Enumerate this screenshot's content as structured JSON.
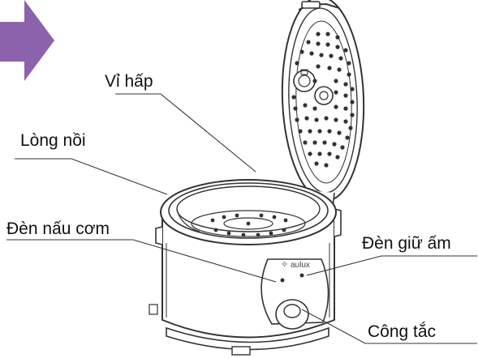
{
  "colors": {
    "arrow": "#8c62ad",
    "line": "#333333",
    "label_text": "#111111",
    "background": "#ffffff"
  },
  "icons": {
    "arrow": "right-arrow-icon",
    "brand_mark": "aulux-logo"
  },
  "brand_logo_text": "aulux",
  "labels": {
    "steamer": "Vỉ hấp",
    "inner_pot": "Lòng nồi",
    "cook_light": "Đèn nấu cơm",
    "warm_light": "Đèn giữ ấm",
    "switch": "Công tắc"
  }
}
